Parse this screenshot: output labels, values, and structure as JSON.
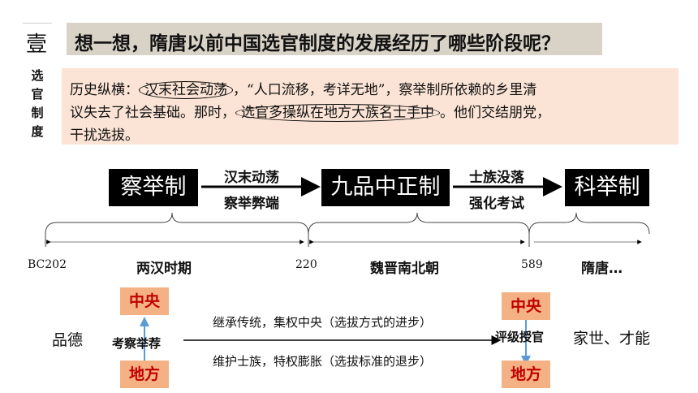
{
  "header": {
    "number": "壹",
    "question": "想一想，隋唐以前中国选官制度的发展经历了哪些阶段呢？"
  },
  "side_label": [
    "选",
    "官",
    "制",
    "度"
  ],
  "quote": {
    "line1_a": "历史纵横：",
    "line1_circled": "汉末社会动荡",
    "line1_b": "，“人口流移，考详无地”，察举制所依赖的乡里清",
    "line2_a": "议失去了社会基础。那时，",
    "line2_circled": "选官多操纵在地方大族名士手中",
    "line2_b": "。他们交结朋党，",
    "line3": "干扰选拔。"
  },
  "systems": [
    "察举制",
    "九品中正制",
    "科举制"
  ],
  "transitions": [
    {
      "top": "汉末动荡",
      "bottom": "察举弊端"
    },
    {
      "top": "士族没落",
      "bottom": "强化考试"
    }
  ],
  "timeline": {
    "ticks": [
      "BC202",
      "220",
      "589"
    ],
    "periods": [
      "两汉时期",
      "魏晋南北朝",
      "隋唐…"
    ]
  },
  "comparison": {
    "left_criterion": "品德",
    "left_top": "中央",
    "left_method": "考察举荐",
    "left_bottom": "地方",
    "arrow_top": "继承传统，集权中央（选拔方式的进步）",
    "arrow_bottom": "维护士族，特权膨胀（选拔标准的退步）",
    "right_top": "中央",
    "right_method": "评级授官",
    "right_bottom": "地方",
    "right_criterion": "家世、才能"
  }
}
